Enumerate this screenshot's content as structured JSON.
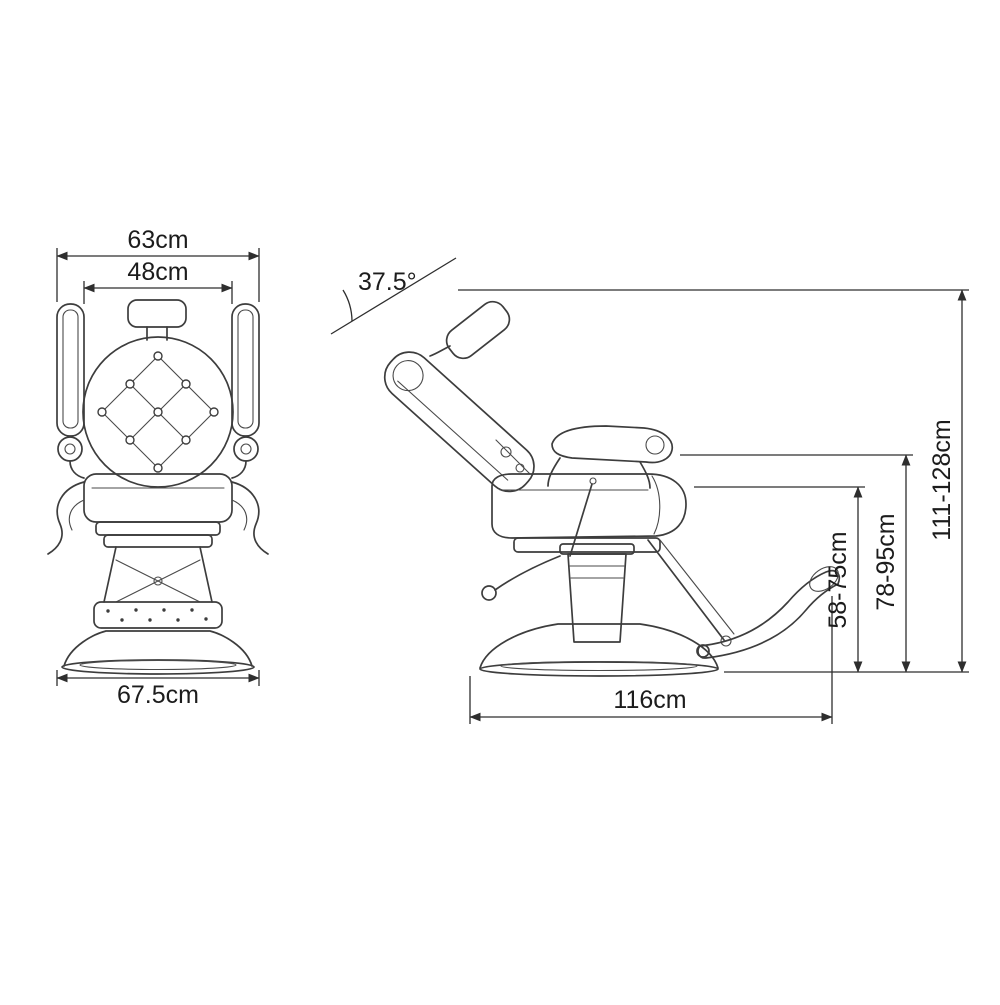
{
  "diagram": {
    "title": "Barber chair dimension diagram",
    "colors": {
      "line": "#3d3d3d",
      "text": "#1c1c1c",
      "background": "#ffffff"
    },
    "views": {
      "front": {
        "label_outer_width": "63cm",
        "label_inner_width": "48cm",
        "label_base_width": "67.5cm"
      },
      "side": {
        "label_recline_angle": "37.5°",
        "label_total_length": "116cm",
        "label_seat_height_range": "58-75cm",
        "label_arm_height_range": "78-95cm",
        "label_total_height_range": "111-128cm"
      }
    }
  }
}
